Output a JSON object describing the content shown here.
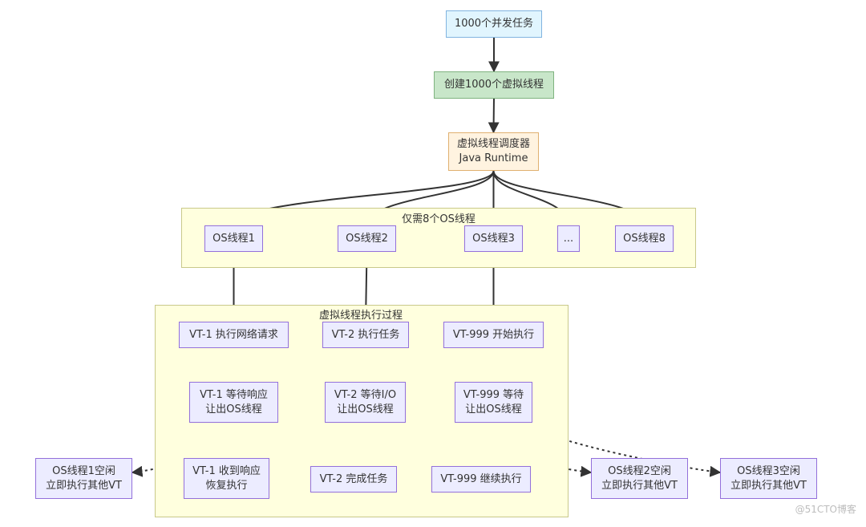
{
  "clusters": {
    "os_threads": {
      "label": "仅需8个OS线程"
    },
    "vt_execution": {
      "label": "虚拟线程执行过程"
    }
  },
  "nodes": {
    "tasks": {
      "lines": [
        "1000个并发任务"
      ],
      "color": "#e1f5fe"
    },
    "create_vt": {
      "lines": [
        "创建1000个虚拟线程"
      ],
      "color": "#c8e6c9"
    },
    "scheduler": {
      "lines": [
        "虚拟线程调度器",
        "Java Runtime"
      ],
      "color": "#fff3e0"
    },
    "os1": {
      "lines": [
        "OS线程1"
      ]
    },
    "os2": {
      "lines": [
        "OS线程2"
      ]
    },
    "os3": {
      "lines": [
        "OS线程3"
      ]
    },
    "os_more": {
      "lines": [
        "..."
      ]
    },
    "os8": {
      "lines": [
        "OS线程8"
      ]
    },
    "vt1_request": {
      "lines": [
        "VT-1 执行网络请求"
      ]
    },
    "vt2_task": {
      "lines": [
        "VT-2 执行任务"
      ]
    },
    "vt999_start": {
      "lines": [
        "VT-999 开始执行"
      ]
    },
    "vt1_wait": {
      "lines": [
        "VT-1 等待响应",
        "让出OS线程"
      ]
    },
    "vt2_wait": {
      "lines": [
        "VT-2 等待I/O",
        "让出OS线程"
      ]
    },
    "vt999_wait": {
      "lines": [
        "VT-999 等待",
        "让出OS线程"
      ]
    },
    "vt1_resume": {
      "lines": [
        "VT-1 收到响应",
        "恢复执行"
      ]
    },
    "vt2_done": {
      "lines": [
        "VT-2 完成任务"
      ]
    },
    "vt999_continue": {
      "lines": [
        "VT-999 继续执行"
      ]
    },
    "os1_idle": {
      "lines": [
        "OS线程1空闲",
        "立即执行其他VT"
      ]
    },
    "os2_idle": {
      "lines": [
        "OS线程2空闲",
        "立即执行其他VT"
      ]
    },
    "os3_idle": {
      "lines": [
        "OS线程3空闲",
        "立即执行其他VT"
      ]
    }
  },
  "edges": [
    {
      "from": "tasks",
      "to": "create_vt",
      "style": "solid"
    },
    {
      "from": "create_vt",
      "to": "scheduler",
      "style": "solid"
    },
    {
      "from": "scheduler",
      "to": "os1",
      "style": "solid"
    },
    {
      "from": "scheduler",
      "to": "os2",
      "style": "solid"
    },
    {
      "from": "scheduler",
      "to": "os3",
      "style": "solid"
    },
    {
      "from": "scheduler",
      "to": "os_more",
      "style": "solid"
    },
    {
      "from": "scheduler",
      "to": "os8",
      "style": "solid"
    },
    {
      "from": "os1",
      "to": "vt1_request",
      "style": "solid"
    },
    {
      "from": "os2",
      "to": "vt2_task",
      "style": "solid"
    },
    {
      "from": "os3",
      "to": "vt999_start",
      "style": "solid"
    },
    {
      "from": "vt1_request",
      "to": "vt1_wait",
      "style": "solid"
    },
    {
      "from": "vt2_task",
      "to": "vt2_wait",
      "style": "solid"
    },
    {
      "from": "vt999_start",
      "to": "vt999_wait",
      "style": "solid"
    },
    {
      "from": "vt1_wait",
      "to": "vt1_resume",
      "style": "solid"
    },
    {
      "from": "vt2_wait",
      "to": "vt2_done",
      "style": "solid"
    },
    {
      "from": "vt999_wait",
      "to": "vt999_continue",
      "style": "solid"
    },
    {
      "from": "vt1_wait",
      "to": "os1_idle",
      "style": "dotted"
    },
    {
      "from": "vt2_wait",
      "to": "os2_idle",
      "style": "dotted"
    },
    {
      "from": "vt999_wait",
      "to": "os3_idle",
      "style": "dotted"
    }
  ],
  "watermark": "@51CTO博客"
}
